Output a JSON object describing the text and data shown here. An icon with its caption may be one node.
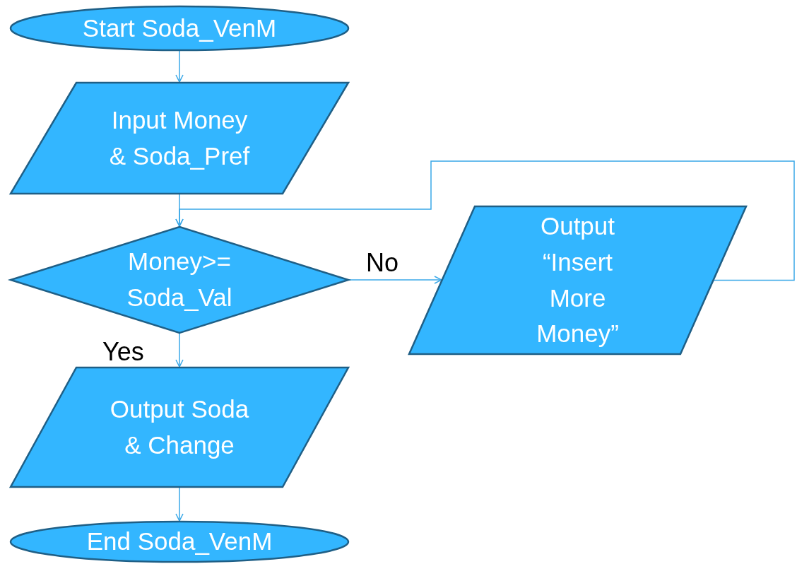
{
  "diagram": {
    "nodes": [
      {
        "text": [
          "Start Soda_VenM"
        ]
      },
      {
        "text": [
          "Input Money & Soda_Pref"
        ]
      },
      {
        "text": [
          "Money>= Soda_Val"
        ]
      },
      {
        "text": [
          "Output “Insert More Money”"
        ]
      },
      {
        "text": [
          "Output Soda & Change"
        ]
      },
      {
        "text": [
          "End Soda_VenM"
        ]
      }
    ],
    "edges": [
      {
        "from": 0,
        "to": 1,
        "arrow": "to"
      },
      {
        "from": 1,
        "to": 2,
        "arrow": "to"
      },
      {
        "from": 2,
        "to": 3,
        "arrow": "to",
        "label": "No"
      },
      {
        "from": 2,
        "to": 4,
        "arrow": "to",
        "label": "Yes"
      },
      {
        "from": 4,
        "to": 5,
        "arrow": "to"
      },
      {
        "from": 3,
        "to": 2,
        "arrow": "to"
      }
    ]
  }
}
